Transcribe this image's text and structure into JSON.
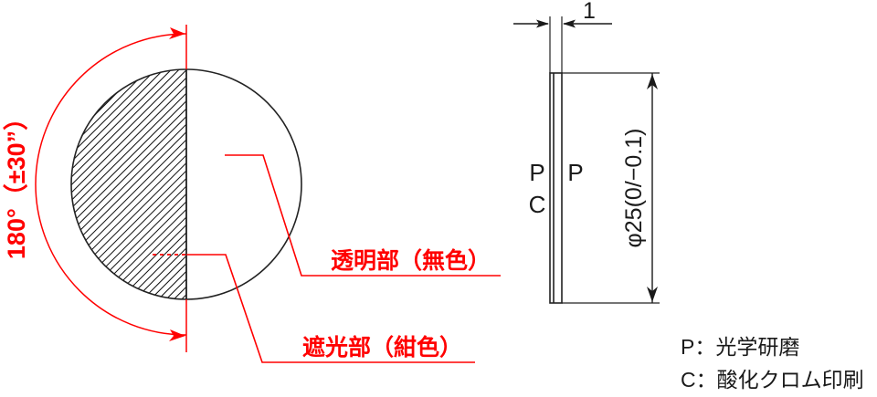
{
  "drawing": {
    "title": "optical-disc-technical-drawing",
    "colors": {
      "outline": "#222222",
      "annotation": "#ff0000",
      "hatch": "#000000",
      "background": "#ffffff"
    },
    "front_view": {
      "angle_label": "180°（±30”）",
      "transparent_label": "透明部（無色）",
      "opaque_label": "遮光部（紺色）"
    },
    "side_view": {
      "thickness_label": "1",
      "diameter_label": "φ25(0/−0.1)",
      "surface_left_top": "P",
      "surface_left_bottom": "C",
      "surface_right": "P"
    },
    "legend": {
      "line1": "P：光学研磨",
      "line2": "C：酸化クロム印刷"
    }
  }
}
